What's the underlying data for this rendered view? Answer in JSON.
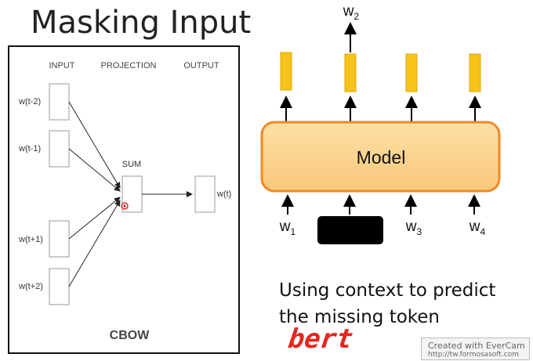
{
  "slide": {
    "title": "Masking Input",
    "caption_line1": "Using context to predict",
    "caption_line2": "the missing token",
    "handwritten_note": "bert"
  },
  "cbow": {
    "headers": {
      "input": "INPUT",
      "projection": "PROJECTION",
      "output": "OUTPUT"
    },
    "inputs": [
      "w(t-2)",
      "w(t-1)",
      "w(t+1)",
      "w(t+2)"
    ],
    "sum_label": "SUM",
    "output_label": "w(t)",
    "name": "CBOW"
  },
  "model_diagram": {
    "model_label": "Model",
    "predicted_output": {
      "base": "w",
      "sub": "2"
    },
    "inputs": [
      {
        "base": "w",
        "sub": "1",
        "masked": false
      },
      {
        "base": "",
        "sub": "",
        "masked": true
      },
      {
        "base": "w",
        "sub": "3",
        "masked": false
      },
      {
        "base": "w",
        "sub": "4",
        "masked": false
      }
    ],
    "colors": {
      "model_fill": "#fbd58f",
      "model_border": "#f08a24",
      "output_bar": "#f6c318",
      "mask_token": "#000000"
    }
  },
  "watermark": {
    "line1": "Created  with  EverCam",
    "line2": "http://tw.formosasoft.com"
  }
}
